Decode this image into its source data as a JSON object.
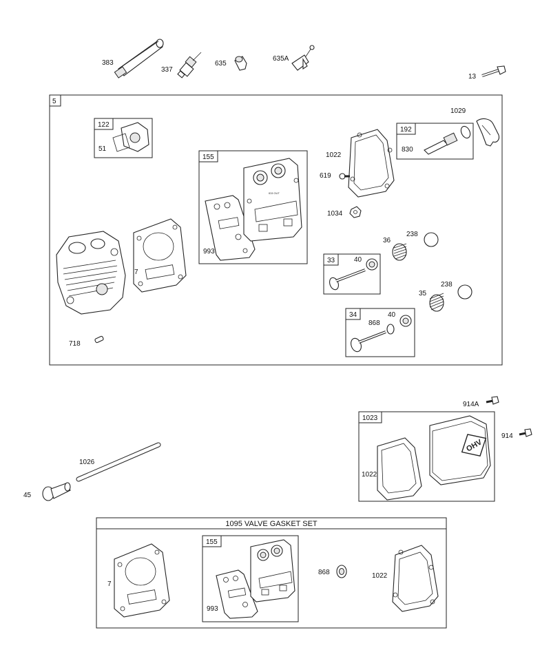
{
  "labels": {
    "p383": "383",
    "p337": "337",
    "p635": "635",
    "p635a": "635A",
    "p13": "13",
    "p1029": "1029",
    "p1022a": "1022",
    "p830": "830",
    "p619": "619",
    "p1034": "1034",
    "p36": "36",
    "p238a": "238",
    "p40a": "40",
    "p35": "35",
    "p238b": "238",
    "p868a": "868",
    "p40b": "40",
    "p51": "51",
    "p993a": "993",
    "p7a": "7",
    "p718": "718",
    "p914a": "914A",
    "p914": "914",
    "p1026": "1026",
    "p45": "45",
    "p1022b": "1022",
    "p7b": "7",
    "p993b": "993",
    "p868b": "868",
    "p1022c": "1022"
  },
  "boxes": {
    "b5": "5",
    "b122": "122",
    "b155a": "155",
    "b192": "192",
    "b33": "33",
    "b34": "34",
    "b1023": "1023",
    "b155b": "155"
  },
  "gasket_set_title": "1095 VALVE GASKET SET",
  "cover_logo": "OHV",
  "tiny_text": "ID3 OUT"
}
